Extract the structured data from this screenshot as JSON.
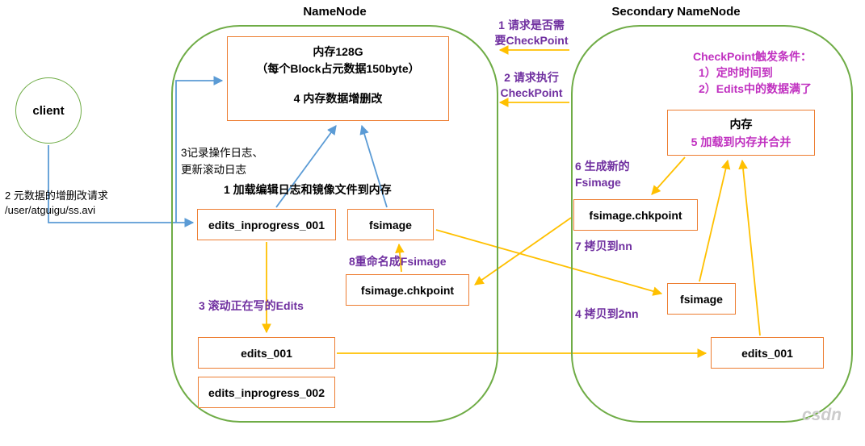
{
  "colors": {
    "container_green": "#6FAC46",
    "box_border_orange": "#ED7D31",
    "arrow_blue": "#5B9BD5",
    "arrow_gold": "#FFC000",
    "text_purple": "#7030A0",
    "text_magenta": "#C030C0",
    "text_black": "#000000",
    "background": "#FFFFFF"
  },
  "client": {
    "label": "client",
    "request_line1": "2 元数据的增删改请求",
    "request_line2": "/user/atguigu/ss.avi"
  },
  "namenode": {
    "title": "NameNode",
    "memory": {
      "line1": "内存128G",
      "line2": "（每个Block占元数据150byte）",
      "line3": "4 内存数据增删改"
    },
    "note_record_log_line1": "3记录操作日志、",
    "note_record_log_line2": "更新滚动日志",
    "note_load": "1 加载编辑日志和镜像文件到内存",
    "box_edits_inprogress_001": "edits_inprogress_001",
    "box_fsimage": "fsimage",
    "note_rename": "8重命名成Fsimage",
    "box_fsimage_chkpoint": "fsimage.chkpoint",
    "note_roll_edits": "3 滚动正在写的Edits",
    "box_edits_001": "edits_001",
    "box_edits_inprogress_002": "edits_inprogress_002"
  },
  "secondary_namenode": {
    "title": "Secondary NameNode",
    "trigger_line1": "CheckPoint触发条件：",
    "trigger_line2": "1）定时时间到",
    "trigger_line3": "2）Edits中的数据满了",
    "memory": {
      "line1": "内存",
      "line2": "5 加载到内存并合并"
    },
    "note_generate_line1": "6 生成新的",
    "note_generate_line2": "Fsimage",
    "box_fsimage_chkpoint": "fsimage.chkpoint",
    "note_copy_to_nn": "7 拷贝到nn",
    "box_fsimage": "fsimage",
    "note_copy_to_2nn": "4 拷贝到2nn",
    "box_edits_001": "edits_001"
  },
  "messages": {
    "ask_checkpoint_line1": "1 请求是否需",
    "ask_checkpoint_line2": "要CheckPoint",
    "exec_checkpoint_line1": "2 请求执行",
    "exec_checkpoint_line2": "CheckPoint"
  },
  "watermark": "csdn"
}
